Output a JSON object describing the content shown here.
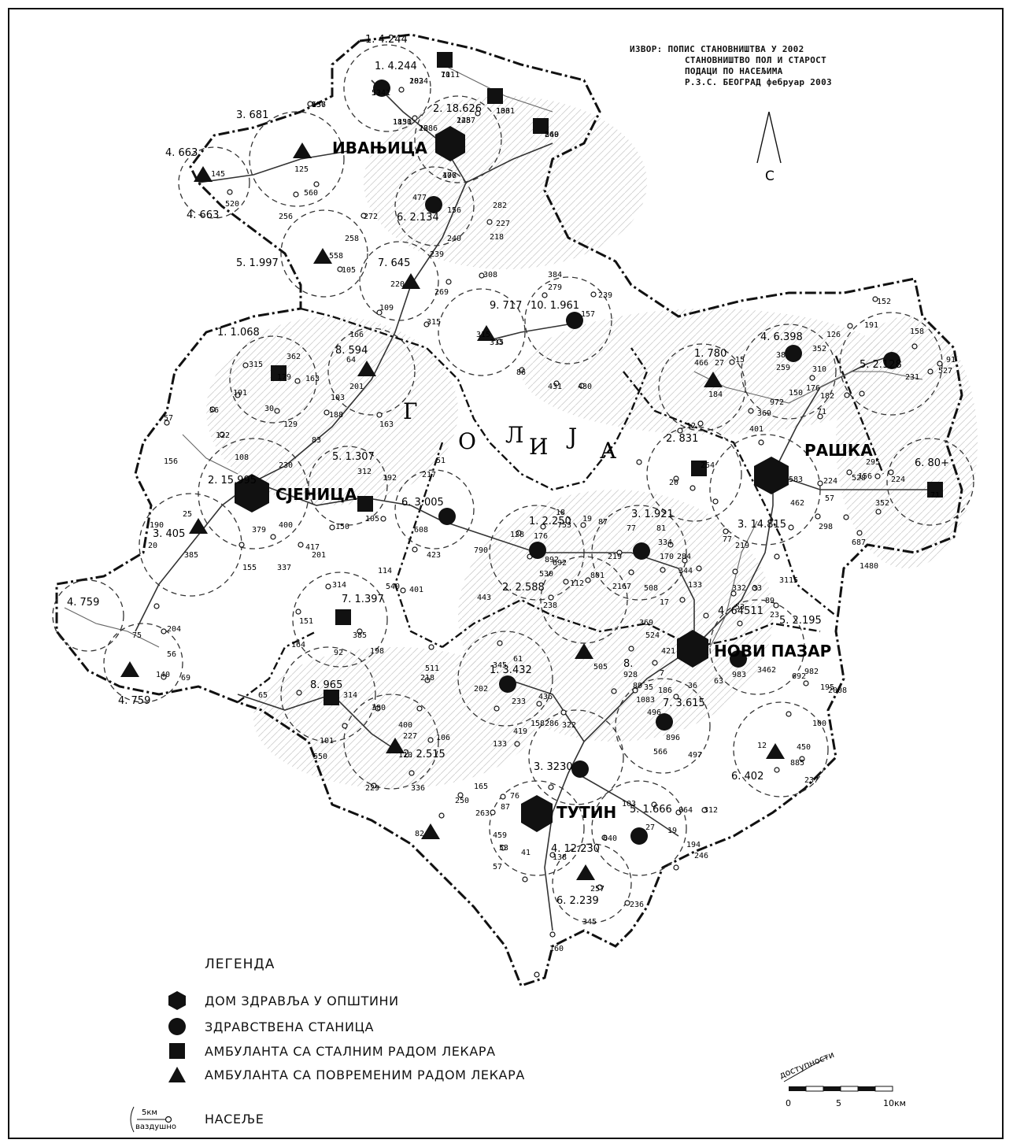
{
  "source": {
    "line1": "ИЗВОР: ПОПИС СТАНОВНИШТВА У 2002",
    "line2": "СТАНОВНИШТВО ПОЛ И СТАРОСТ",
    "line3": "ПОДАЦИ ПО НАСЕЉИМА",
    "line4": "Р.З.С. БЕОГРАД фебруар 2003"
  },
  "north_label": "С",
  "mountain_letters": [
    "Г",
    "О",
    "Л",
    "И",
    "Ј",
    "А"
  ],
  "towns": [
    {
      "name": "ИВАЊИЦА",
      "symbol": "hexagon"
    },
    {
      "name": "СЈЕНИЦА",
      "symbol": "hexagon"
    },
    {
      "name": "РАШКА",
      "symbol": "hexagon"
    },
    {
      "name": "НОВИ ПАЗАР",
      "symbol": "hexagon"
    },
    {
      "name": "ТУТИН",
      "symbol": "hexagon"
    }
  ],
  "zone_labels": [
    "1. 4.244",
    "1. 4.244",
    "2. 18.626",
    "3. 681",
    "4. 663",
    "4. 663",
    "5. 1.997",
    "6. 2.134",
    "7. 645",
    "8. 594",
    "9. 717",
    "10. 1.961",
    "1. 1.068",
    "2. 15.995",
    "3. 405",
    "4. 759",
    "4. 759",
    "5. 1.307",
    "6. 3.005",
    "7. 1.397",
    "8. 965",
    "1. 780",
    "2. 831",
    "3. 14.815",
    "4. 6.398",
    "5. 2.128",
    "6. 80+",
    "1. 2.250",
    "2. 2.588",
    "3. 1.921",
    "4. 64511",
    "5. 2.195",
    "6. 402",
    "7. 3.615",
    "8.",
    "1. 3.432",
    "2. 2.515",
    "3. 3230",
    "4. 12.230",
    "5. 1.666",
    "6. 2.239"
  ],
  "map_numbers": [
    "1341",
    "1024",
    "1111",
    "1031",
    "869",
    "1257",
    "1831",
    "1286",
    "477",
    "556",
    "125",
    "145",
    "520",
    "560",
    "256",
    "272",
    "477",
    "156",
    "282",
    "218",
    "227",
    "240",
    "258",
    "558",
    "105",
    "239",
    "220",
    "269",
    "308",
    "384",
    "279",
    "239",
    "157",
    "315",
    "109",
    "315",
    "166",
    "64",
    "201",
    "163",
    "315",
    "86",
    "431",
    "430",
    "362",
    "315",
    "179",
    "163",
    "191",
    "30",
    "103",
    "188",
    "56",
    "129",
    "122",
    "83",
    "57",
    "108",
    "230",
    "312",
    "192",
    "217",
    "51",
    "156",
    "25",
    "379",
    "400",
    "105",
    "150",
    "608",
    "423",
    "790",
    "190",
    "20",
    "385",
    "417",
    "155",
    "337",
    "201",
    "114",
    "540",
    "443",
    "314",
    "151",
    "385",
    "401",
    "164",
    "92",
    "198",
    "204",
    "56",
    "69",
    "140",
    "75",
    "65",
    "314",
    "101",
    "550",
    "380",
    "400",
    "227",
    "106",
    "110",
    "229",
    "336",
    "511",
    "218",
    "345",
    "61",
    "202",
    "233",
    "419",
    "436",
    "133",
    "158",
    "286",
    "322",
    "250",
    "165",
    "263",
    "82",
    "76",
    "87",
    "459",
    "53",
    "57",
    "41",
    "257",
    "236",
    "345",
    "160",
    "138",
    "505",
    "928",
    "80",
    "1083",
    "496",
    "186",
    "896",
    "566",
    "497",
    "864",
    "312",
    "194",
    "246",
    "103",
    "27",
    "19",
    "640",
    "237",
    "450",
    "885",
    "100",
    "12",
    "35",
    "7",
    "36",
    "63",
    "983",
    "3462",
    "982",
    "195",
    "692",
    "2008",
    "421",
    "524",
    "369",
    "17",
    "508",
    "2167",
    "801",
    "219",
    "112",
    "238",
    "692",
    "530",
    "892",
    "176",
    "753",
    "128",
    "18",
    "19",
    "87",
    "77",
    "81",
    "334",
    "170",
    "284",
    "344",
    "133",
    "77",
    "332",
    "33",
    "53",
    "89",
    "23",
    "219",
    "3115",
    "254",
    "20",
    "12",
    "466",
    "27",
    "15",
    "184",
    "38",
    "259",
    "126",
    "176",
    "182",
    "150",
    "71",
    "369",
    "972",
    "401",
    "583",
    "224",
    "528",
    "295",
    "156",
    "57",
    "298",
    "462",
    "687",
    "1480",
    "352",
    "224",
    "191",
    "152",
    "158",
    "91",
    "527",
    "231",
    "71",
    "310",
    "352",
    "52",
    "283",
    "70",
    "136",
    "240",
    "248",
    "1150",
    "28",
    "106",
    "137"
  ],
  "legend": {
    "title": "ЛЕГЕНДА",
    "items": [
      {
        "symbol": "hexagon",
        "label": "ДОМ ЗДРАВЉА У ОПШТИНИ"
      },
      {
        "symbol": "circle",
        "label": "ЗДРАВСТВЕНА СТАНИЦА"
      },
      {
        "symbol": "square",
        "label": "АМБУЛАНТА СА СТАЛНИМ РАДОМ ЛЕКАРА"
      },
      {
        "symbol": "triangle",
        "label": "АМБУЛАНТА СА ПОВРЕМЕНИМ РАДОМ ЛЕКАРА"
      },
      {
        "symbol": "settlement",
        "label": "НАСЕЉЕ"
      }
    ],
    "scale_note_top": "5км",
    "scale_note_bottom": "ваздушно"
  },
  "scale_bar": {
    "label_arc": "доступности",
    "ticks": [
      "0",
      "5",
      "10км"
    ]
  }
}
